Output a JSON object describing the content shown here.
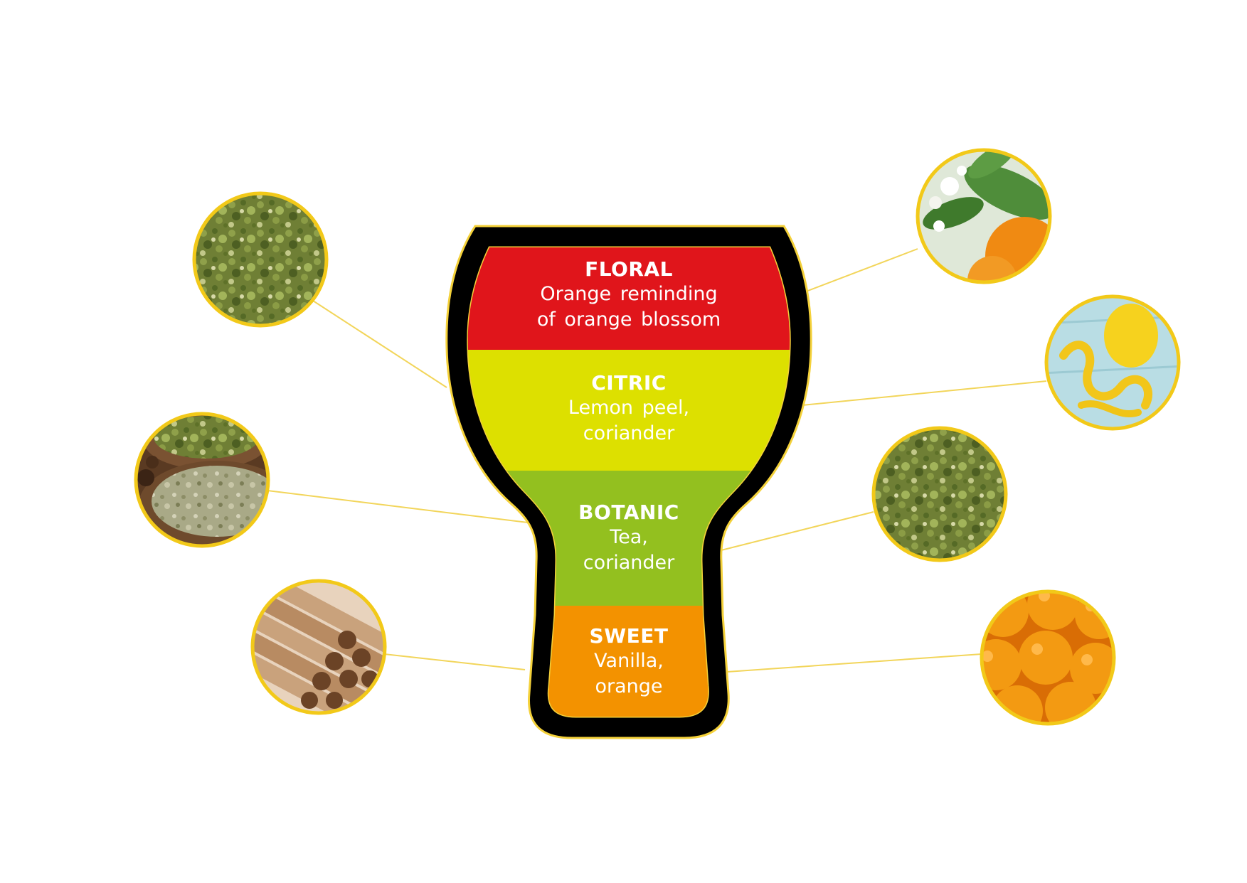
{
  "colors": {
    "glass_outline": "#000000",
    "glass_rim": "#f4d13a",
    "connector": "#f2d55a",
    "photo_ring": "#f2c919",
    "floral": "#e0151b",
    "citric": "#dde000",
    "botanic": "#93c01f",
    "sweet": "#f39200"
  },
  "layers": [
    {
      "id": "floral",
      "title": "FLORAL",
      "lines": [
        "Orange reminding",
        "of orange blossom"
      ]
    },
    {
      "id": "citric",
      "title": "CITRIC",
      "lines": [
        "Lemon peel,",
        "coriander"
      ]
    },
    {
      "id": "botanic",
      "title": "BOTANIC",
      "lines": [
        "Tea,",
        "coriander"
      ]
    },
    {
      "id": "sweet",
      "title": "SWEET",
      "lines": [
        "Vanilla,",
        "orange"
      ]
    }
  ],
  "photos": [
    {
      "id": "dried-mint-left",
      "icon": "dried-herbs-icon"
    },
    {
      "id": "herb-baskets",
      "icon": "herb-baskets-icon"
    },
    {
      "id": "cinnamon-sticks",
      "icon": "cinnamon-sticks-icon"
    },
    {
      "id": "orange-blossom",
      "icon": "orange-blossom-icon"
    },
    {
      "id": "lemon-peel",
      "icon": "lemon-peel-icon"
    },
    {
      "id": "dried-mint-right",
      "icon": "dried-herbs-icon"
    },
    {
      "id": "oranges",
      "icon": "oranges-icon"
    }
  ]
}
